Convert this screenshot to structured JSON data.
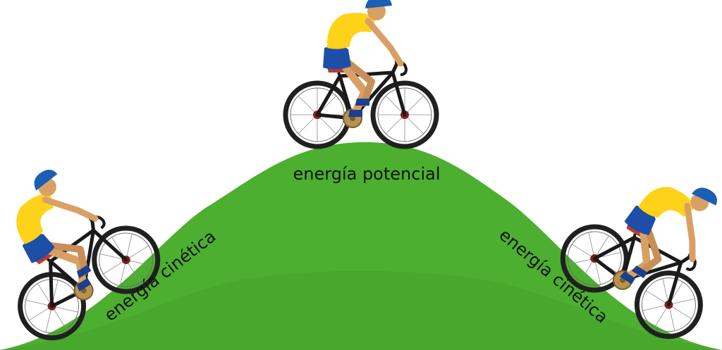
{
  "diagram": {
    "labels": {
      "top": "energía potencial",
      "left_slope": "energía cinética",
      "right_slope": "energía cinética"
    }
  },
  "colors": {
    "hill": "#4caf2f",
    "hill_shadow": "#3f9a27",
    "jersey": "#ffd21a",
    "shorts": "#1d4fa8",
    "helmet": "#1a5fb4",
    "skin": "#d9a066",
    "shoe": "#1b3f8f",
    "frame": "#1a1a1a",
    "tire": "#202020",
    "hub": "#8b1a1a",
    "chainring": "#b8934f"
  },
  "icons": {
    "cyclist_left": "cyclist-climbing-icon",
    "cyclist_top": "cyclist-riding-icon",
    "cyclist_right": "cyclist-descending-icon"
  }
}
